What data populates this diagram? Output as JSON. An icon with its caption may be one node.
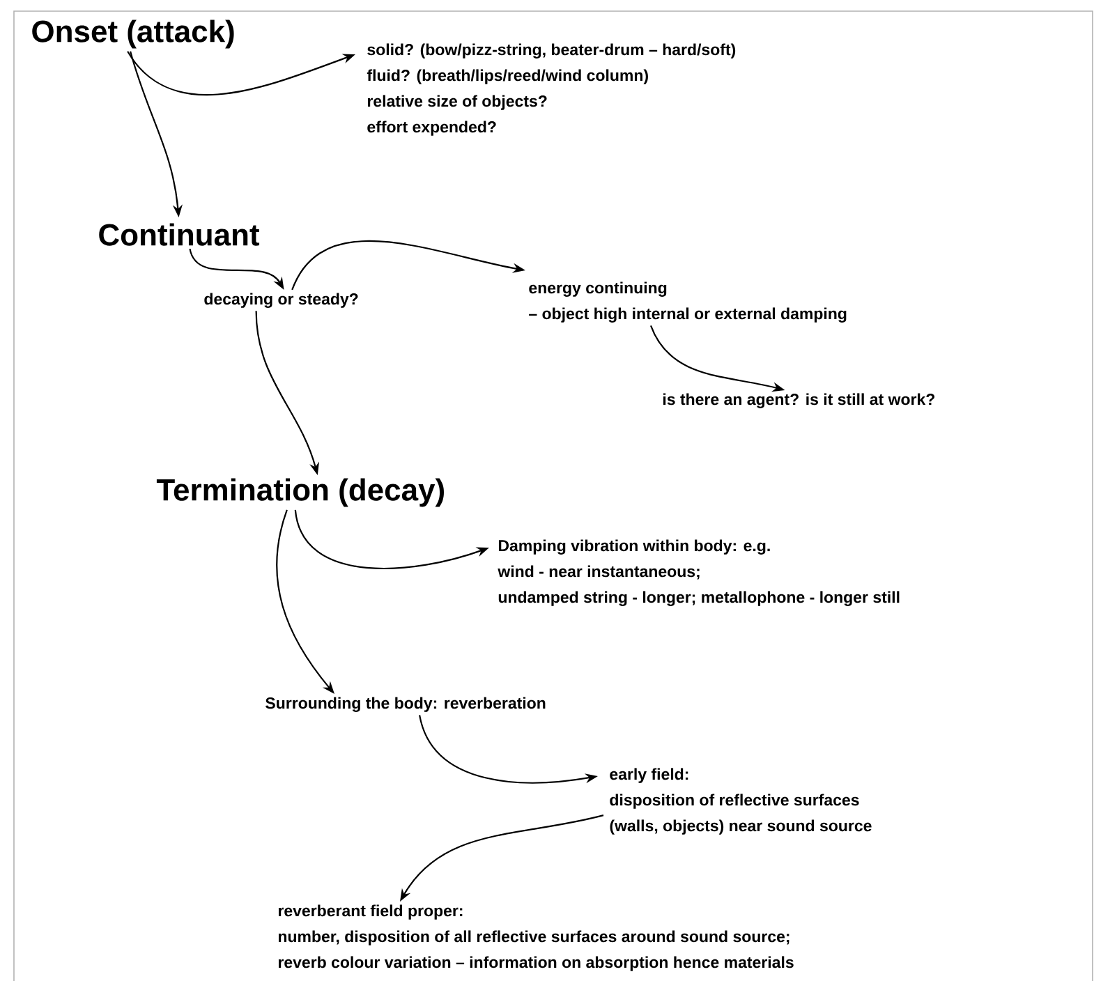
{
  "diagram": {
    "nodes": [
      {
        "text": [
          "Onset (attack)"
        ]
      },
      {
        "text": [
          "solid? (bow/pizz-string, beater-drum – hard/soft)",
          "fluid? (breath/lips/reed/wind column)",
          "relative size of objects?",
          "effort expended?"
        ]
      },
      {
        "text": [
          "Continuant"
        ]
      },
      {
        "text": [
          "decaying or steady?"
        ]
      },
      {
        "text": [
          "energy continuing",
          "– object high internal or external damping"
        ]
      },
      {
        "text": [
          "is there an agent? is it still at work?"
        ]
      },
      {
        "text": [
          "Termination (decay)"
        ]
      },
      {
        "text": [
          "Damping vibration within body: e.g.",
          "wind - near instantaneous;",
          "undamped string - longer; metallophone - longer still"
        ]
      },
      {
        "text": [
          "Surrounding the body: reverberation"
        ]
      },
      {
        "text": [
          "early field:",
          "disposition of reflective surfaces",
          "(walls, objects) near sound source"
        ]
      },
      {
        "text": [
          "reverberant field proper:",
          "number, disposition of all reflective surfaces around sound source;",
          "reverb colour variation – information on absorption hence materials"
        ]
      }
    ],
    "edges": [
      {
        "from": 0,
        "to": 1,
        "arrow": "to"
      },
      {
        "from": 0,
        "to": 2,
        "arrow": "to"
      },
      {
        "from": 2,
        "to": 3,
        "arrow": "to"
      },
      {
        "from": 3,
        "to": 4,
        "arrow": "to"
      },
      {
        "from": 4,
        "to": 5,
        "arrow": "to"
      },
      {
        "from": 3,
        "to": 6,
        "arrow": "to"
      },
      {
        "from": 6,
        "to": 7,
        "arrow": "to"
      },
      {
        "from": 6,
        "to": 8,
        "arrow": "to"
      },
      {
        "from": 8,
        "to": 9,
        "arrow": "to"
      },
      {
        "from": 9,
        "to": 10,
        "arrow": "to"
      }
    ]
  }
}
